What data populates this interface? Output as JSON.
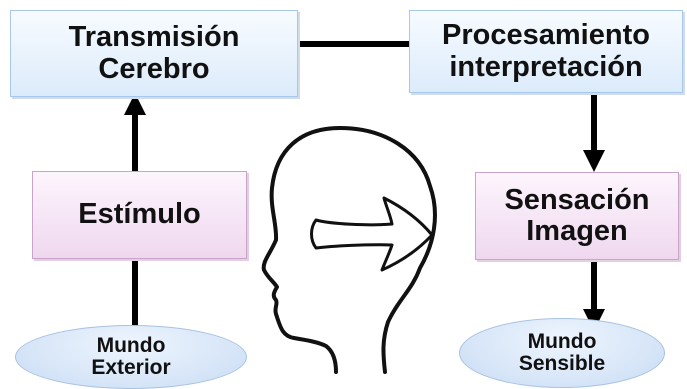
{
  "nodes": {
    "transmision": [
      "Transmisión",
      "Cerebro"
    ],
    "procesamiento": [
      "Procesamiento",
      "interpretación"
    ],
    "estimulo": [
      "Estímulo"
    ],
    "sensacion": [
      "Sensación",
      "Imagen"
    ],
    "mundo_exterior": [
      "Mundo",
      "Exterior"
    ],
    "mundo_sensible": [
      "Mundo",
      "Sensible"
    ]
  },
  "icons": {
    "head": "head-profile-icon",
    "inner_arrow": "right-arrow-icon"
  },
  "colors": {
    "top_box_fill": "#dcebfb",
    "middle_box_fill": "#efd8ef",
    "ellipse_fill": "#c9dcf4",
    "arrow": "#000000"
  }
}
